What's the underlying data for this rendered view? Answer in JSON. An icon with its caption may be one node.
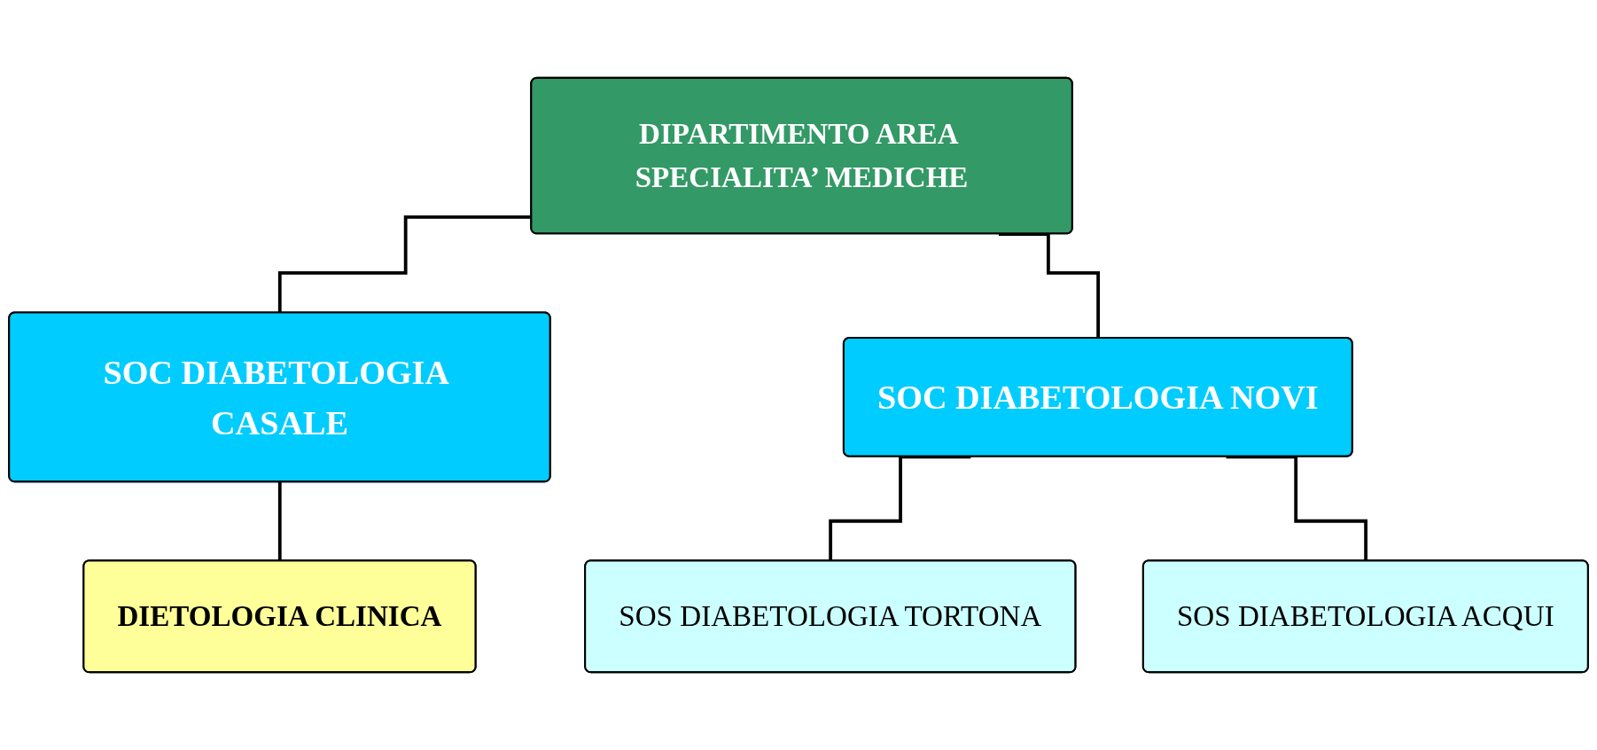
{
  "diagram": {
    "nodes": [
      {
        "text": [
          "DIPARTIMENTO AREA SPECIALITA’ MEDICHE"
        ]
      },
      {
        "text": [
          "SOC DIABETOLOGIA CASALE"
        ]
      },
      {
        "text": [
          "SOC DIABETOLOGIA NOVI"
        ]
      },
      {
        "text": [
          "DIETOLOGIA CLINICA"
        ]
      },
      {
        "text": [
          "SOS DIABETOLOGIA TORTONA"
        ]
      },
      {
        "text": [
          "SOS DIABETOLOGIA ACQUI"
        ]
      }
    ],
    "edges": [
      {
        "from": 0,
        "to": 1,
        "arrow": "none"
      },
      {
        "from": 0,
        "to": 2,
        "arrow": "none"
      },
      {
        "from": 1,
        "to": 3,
        "arrow": "none"
      },
      {
        "from": 2,
        "to": 4,
        "arrow": "none"
      },
      {
        "from": 2,
        "to": 5,
        "arrow": "none"
      }
    ]
  }
}
